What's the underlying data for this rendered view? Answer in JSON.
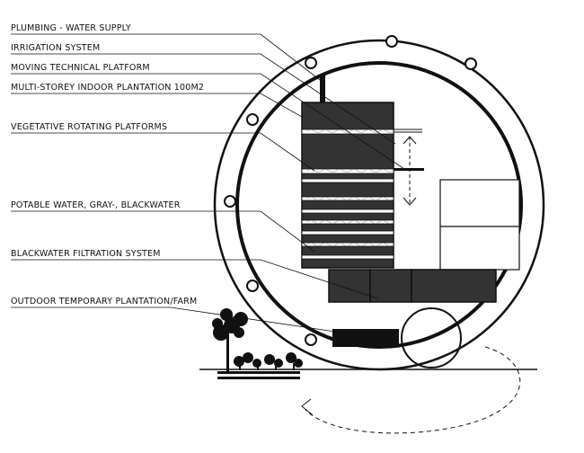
{
  "labels": {
    "plumbing": "PLUMBING - WATER SUPPLY",
    "irrigation": "IRRIGATION SYSTEM",
    "moving_platform": "MOVING TECHNICAL PLATFORM",
    "indoor_plantation": "MULTI-STOREY INDOOR PLANTATION 100M2",
    "rotating_platforms": "VEGETATIVE ROTATING PLATFORMS",
    "water": "POTABLE WATER, GRAY-, BLACKWATER",
    "filtration": "BLACKWATER FILTRATION SYSTEM",
    "outdoor": "OUTDOOR TEMPORARY PLANTATION/FARM"
  },
  "colors": {
    "ink": "#111111",
    "tank": "#333333",
    "band": "#ffffff"
  }
}
